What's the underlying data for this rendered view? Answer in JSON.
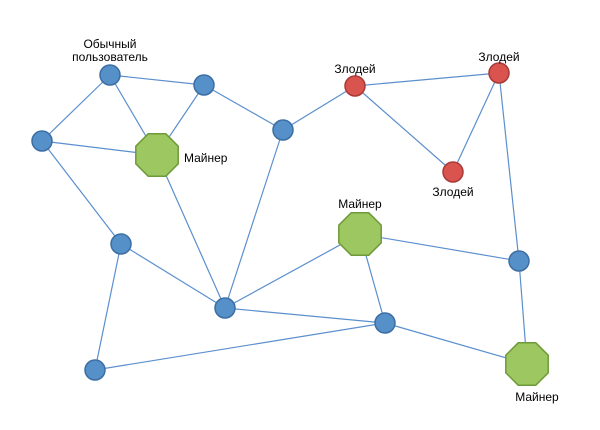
{
  "labels": {
    "ordinary_user_line1": "Обычный",
    "ordinary_user_line2": "пользователь",
    "miner": "Майнер",
    "villain": "Злодей"
  },
  "nodes": [
    {
      "id": "A",
      "kind": "user",
      "role": "ordinary_user"
    },
    {
      "id": "B",
      "kind": "user"
    },
    {
      "id": "C",
      "kind": "user"
    },
    {
      "id": "D",
      "kind": "miner"
    },
    {
      "id": "E",
      "kind": "user"
    },
    {
      "id": "F",
      "kind": "villain"
    },
    {
      "id": "G",
      "kind": "villain"
    },
    {
      "id": "H",
      "kind": "villain"
    },
    {
      "id": "I",
      "kind": "miner"
    },
    {
      "id": "J",
      "kind": "user"
    },
    {
      "id": "K",
      "kind": "user"
    },
    {
      "id": "L",
      "kind": "user"
    },
    {
      "id": "M",
      "kind": "user"
    },
    {
      "id": "N",
      "kind": "user"
    },
    {
      "id": "O",
      "kind": "miner"
    }
  ],
  "edges": [
    [
      "A",
      "B"
    ],
    [
      "A",
      "C"
    ],
    [
      "A",
      "D"
    ],
    [
      "B",
      "D"
    ],
    [
      "B",
      "E"
    ],
    [
      "C",
      "D"
    ],
    [
      "C",
      "J"
    ],
    [
      "D",
      "L"
    ],
    [
      "J",
      "L"
    ],
    [
      "J",
      "N"
    ],
    [
      "E",
      "L"
    ],
    [
      "E",
      "F"
    ],
    [
      "F",
      "G"
    ],
    [
      "F",
      "H"
    ],
    [
      "G",
      "H"
    ],
    [
      "G",
      "K"
    ],
    [
      "K",
      "O"
    ],
    [
      "I",
      "K"
    ],
    [
      "I",
      "L"
    ],
    [
      "I",
      "M"
    ],
    [
      "L",
      "M"
    ],
    [
      "M",
      "O"
    ],
    [
      "N",
      "M"
    ]
  ],
  "colors": {
    "user": "#5590c9",
    "villain": "#d9534f",
    "miner": "#9dc760",
    "edge": "#5b8fce"
  }
}
